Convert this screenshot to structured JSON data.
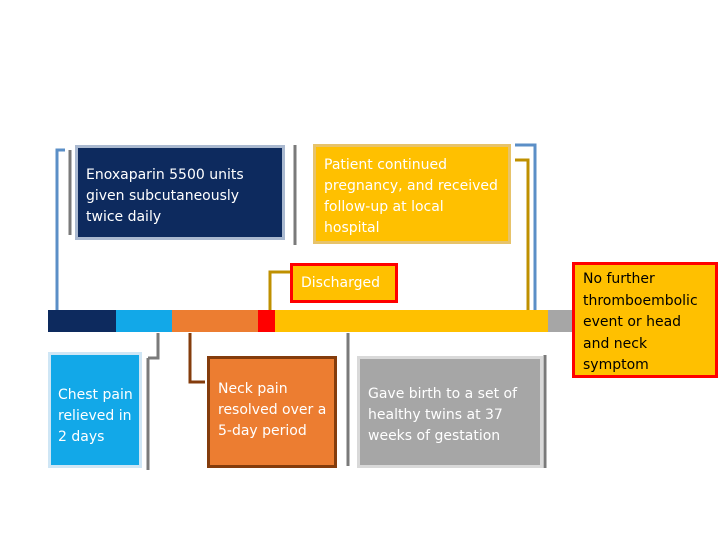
{
  "colors": {
    "navy": "#0d2a5e",
    "light_blue": "#12a8e8",
    "orange": "#ec7d31",
    "red": "#ff0000",
    "yellow": "#ffc000",
    "gray": "#a6a6a6"
  },
  "events": {
    "enoxaparin": "Enoxaparin 5500 units given subcutaneously twice daily",
    "continued_pregnancy": "Patient continued pregnancy, and received follow-up at local hospital",
    "discharged": "Discharged",
    "no_further": "No further thromboembolic event or head and neck symptom",
    "chest_pain": "Chest pain relieved in 2 days",
    "neck_pain": "Neck pain resolved over a 5-day period",
    "gave_birth": "Gave birth to a set of healthy twins at 37 weeks of gestation"
  }
}
